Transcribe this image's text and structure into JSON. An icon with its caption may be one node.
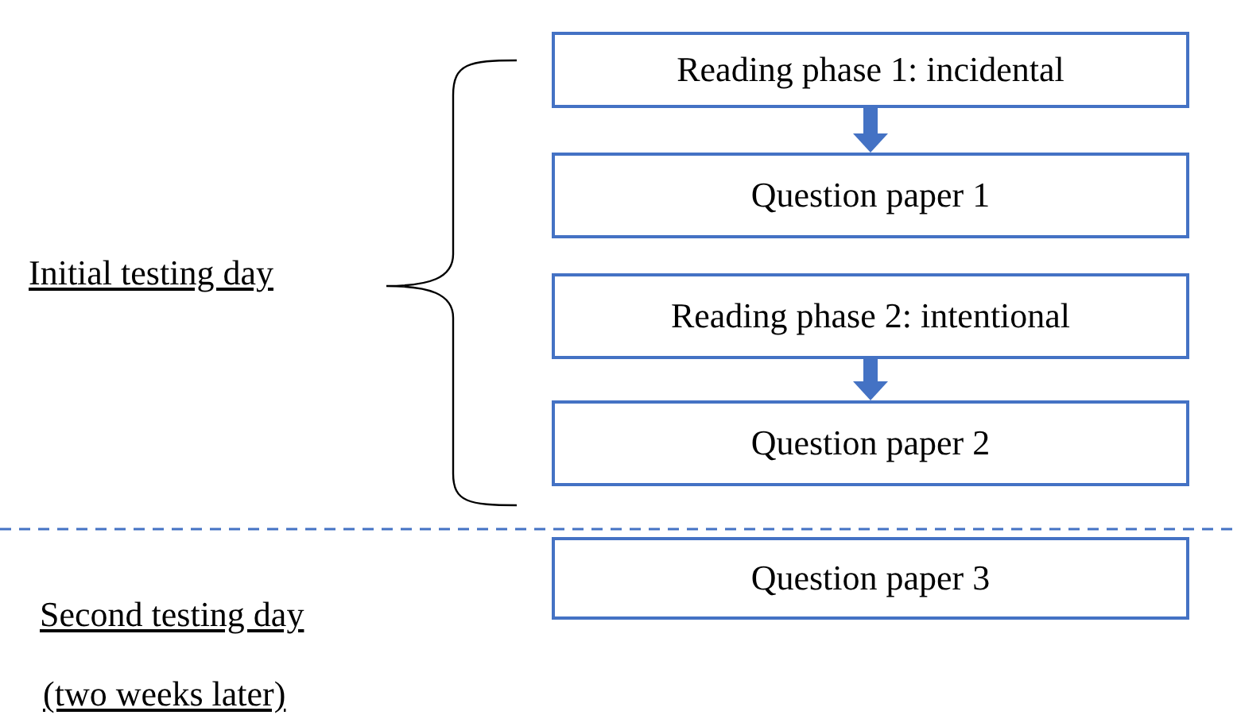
{
  "diagram": {
    "nodes": [
      {
        "text": [
          "Reading phase 1: incidental"
        ]
      },
      {
        "text": [
          "Question paper 1"
        ]
      },
      {
        "text": [
          "Reading phase 2: intentional"
        ]
      },
      {
        "text": [
          "Question paper 2"
        ]
      },
      {
        "text": [
          "Question paper 3"
        ]
      }
    ],
    "edges": [
      {
        "from": 0,
        "to": 1,
        "arrow": "to"
      },
      {
        "from": 2,
        "to": 3,
        "arrow": "to"
      }
    ],
    "labels": [
      "Initial testing day",
      "Second testing day",
      "(two weeks later)"
    ]
  }
}
